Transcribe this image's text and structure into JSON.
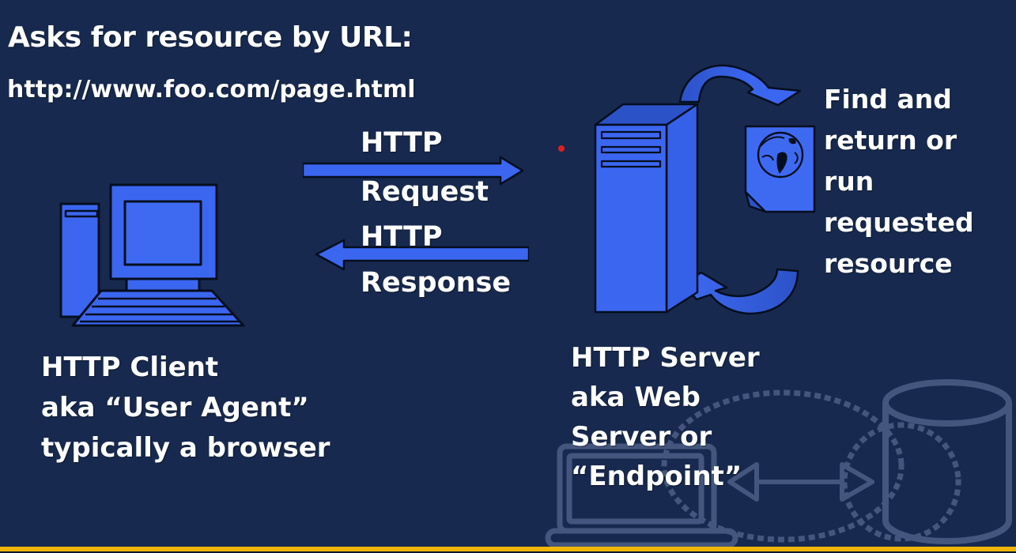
{
  "colors": {
    "background": "#17294e",
    "shape": "#3b66f0",
    "shape_bright": "#3e6af2",
    "shape_mid": "#3560e8",
    "shape_dark": "#2c52c8",
    "outline": "#050e1e",
    "text": "#ffffff",
    "faint": "#44567d",
    "accent_bar": "#f2b705",
    "red_dot": "#e02020"
  },
  "header": {
    "title": "Asks for resource by URL:",
    "url": "http://www.foo.com/page.html"
  },
  "request_flow": {
    "word1": "HTTP",
    "word2": "Request"
  },
  "response_flow": {
    "word1": "HTTP",
    "word2": "Response"
  },
  "client_caption": {
    "lines": [
      "HTTP Client",
      "aka “User Agent”",
      "typically a browser"
    ]
  },
  "server_caption": {
    "lines": [
      "HTTP Server",
      "aka Web",
      "Server or",
      "“Endpoint”"
    ]
  },
  "resource_caption": {
    "lines": [
      "Find and",
      "return or",
      "run",
      "requested",
      "resource"
    ]
  },
  "icons": {
    "client_computer": "desktop-computer-icon",
    "server_tower": "server-tower-icon",
    "web_document": "document-globe-icon",
    "cycle_top": "cycle-arrow-top-icon",
    "cycle_bottom": "cycle-arrow-bottom-icon",
    "request_arrow": "arrow-right-icon",
    "response_arrow": "arrow-left-icon",
    "laptop_outline": "laptop-outline-icon",
    "database": "database-cylinder-icon",
    "sync_arrow": "double-headed-arrow-icon",
    "dotted_rings": "dashed-circle-decoration"
  }
}
